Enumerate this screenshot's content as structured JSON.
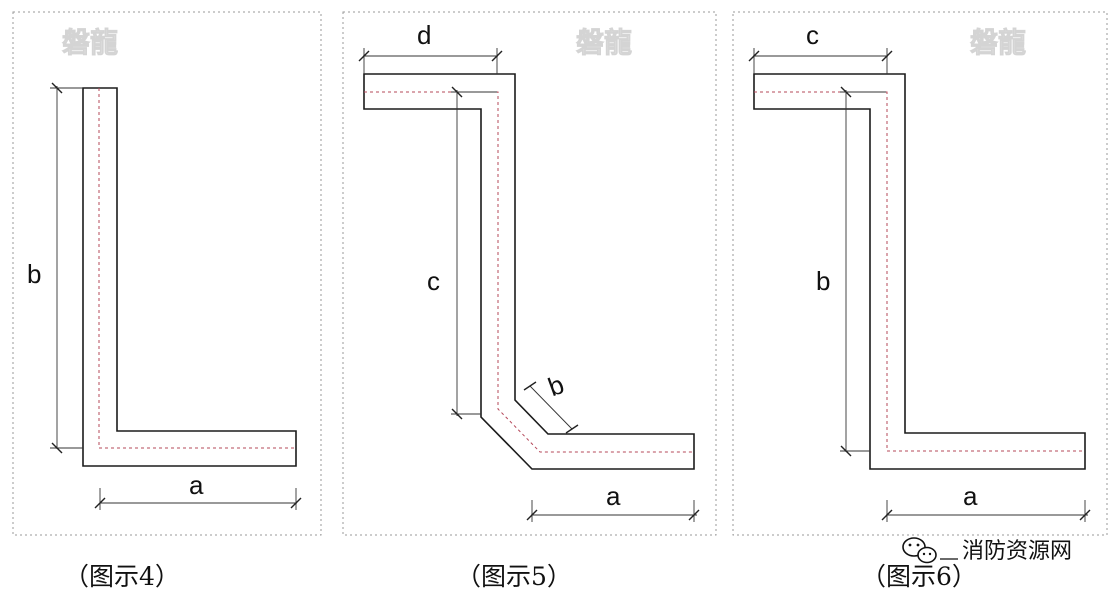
{
  "watermark": {
    "text": "磐龍"
  },
  "figures": [
    {
      "caption": "（图示4）",
      "labels": {
        "a": "a",
        "b": "b"
      }
    },
    {
      "caption": "（图示5）",
      "labels": {
        "a": "a",
        "b": "b",
        "c": "c",
        "d": "d"
      }
    },
    {
      "caption": "（图示6）",
      "labels": {
        "a": "a",
        "b": "b",
        "c": "c"
      }
    }
  ],
  "brand": {
    "text": "消防资源网",
    "icon": "wechat-icon"
  },
  "colors": {
    "centerline": "#b5485a",
    "outline": "#1c1c1c",
    "frame": "#9a9a9a"
  }
}
